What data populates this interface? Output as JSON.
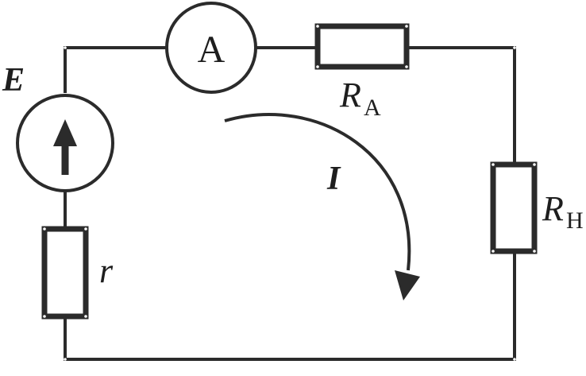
{
  "labels": {
    "emf": "E",
    "internal_resistance": "r",
    "ammeter": "A",
    "ammeter_resistance_main": "R",
    "ammeter_resistance_sub": "A",
    "load_resistance_main": "R",
    "load_resistance_sub": "H",
    "current": "I"
  },
  "colors": {
    "line": "#2b2b2b",
    "background": "#ffffff"
  },
  "icons": {
    "emf_source": "arrow-up-in-circle-icon",
    "ammeter": "ammeter-circle-icon",
    "current_direction": "curved-arrow-icon"
  }
}
